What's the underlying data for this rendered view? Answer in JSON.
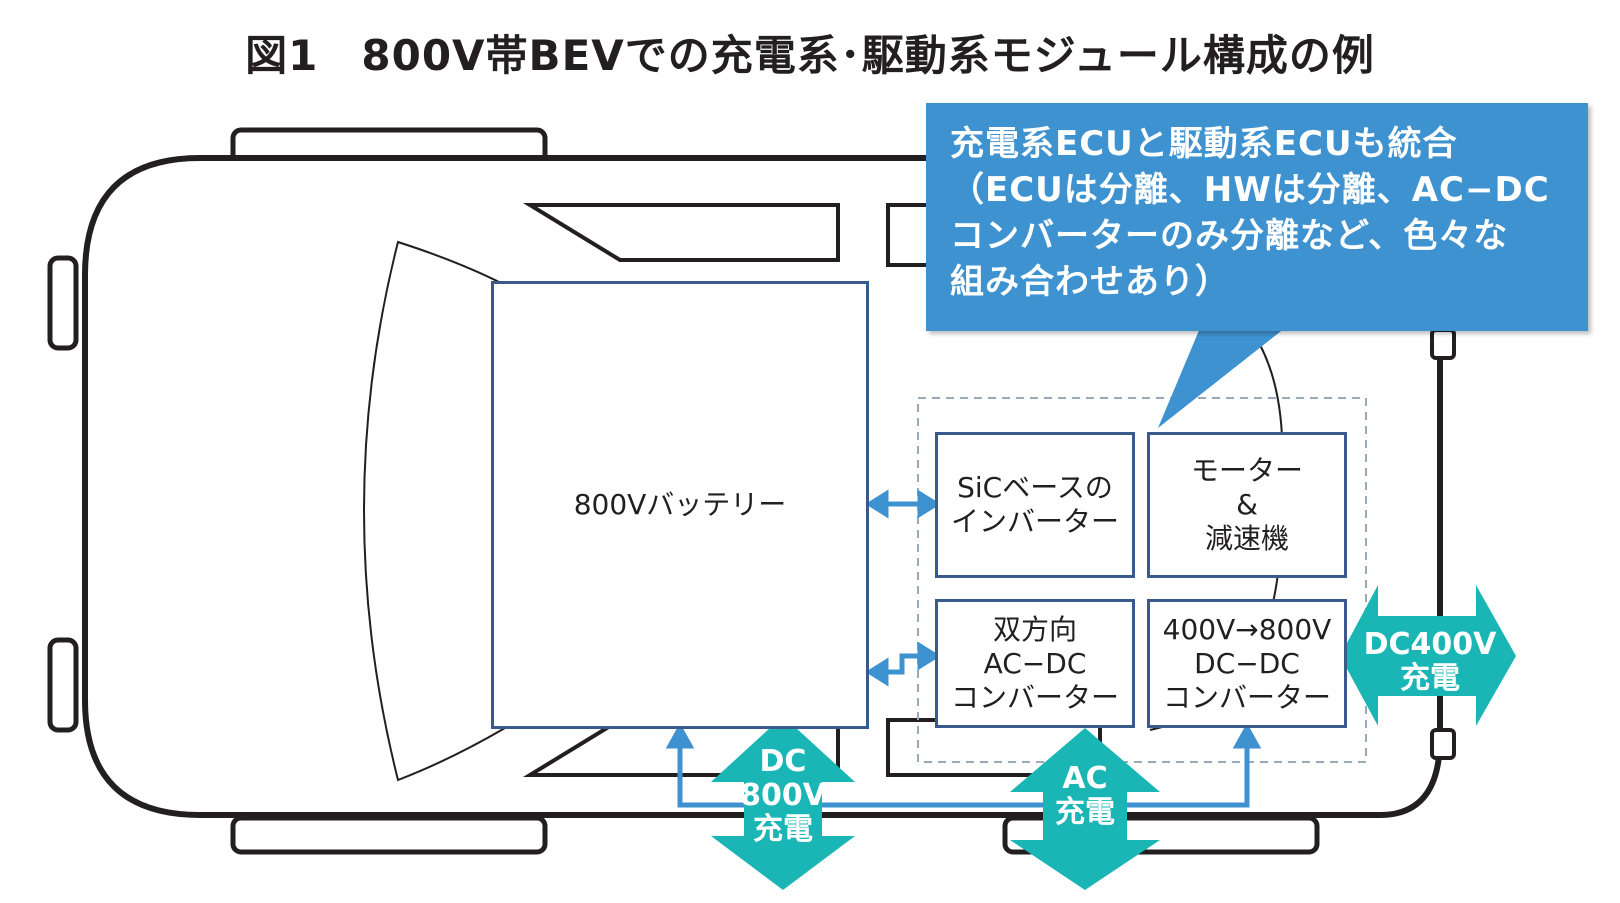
{
  "title": "図1　800V帯BEVでの充電系･駆動系モジュール構成の例",
  "callout": {
    "lines": [
      "充電系ECUと駆動系ECUも統合",
      "（ECUは分離、HWは分離、AC−DC",
      "コンバーターのみ分離など、色々な",
      "組み合わせあり）"
    ]
  },
  "modules": {
    "battery": "800Vバッテリー",
    "inverter": "SiCベースの\nインバーター",
    "motor": "モーター\n&\n減速機",
    "acdc": "双方向\nAC−DC\nコンバーター",
    "dcdc": "400V→800V\nDC−DC\nコンバーター"
  },
  "charging": {
    "dc800": "DC\n800V\n充電",
    "ac": "AC\n充電",
    "dc400": "DC400V\n充電"
  },
  "colors": {
    "callout": "#3f92d0",
    "connector": "#3f92d0",
    "charge_arrow": "#1ab5b5",
    "module_border": "#3a5a8c",
    "car_outline": "#231f20"
  }
}
